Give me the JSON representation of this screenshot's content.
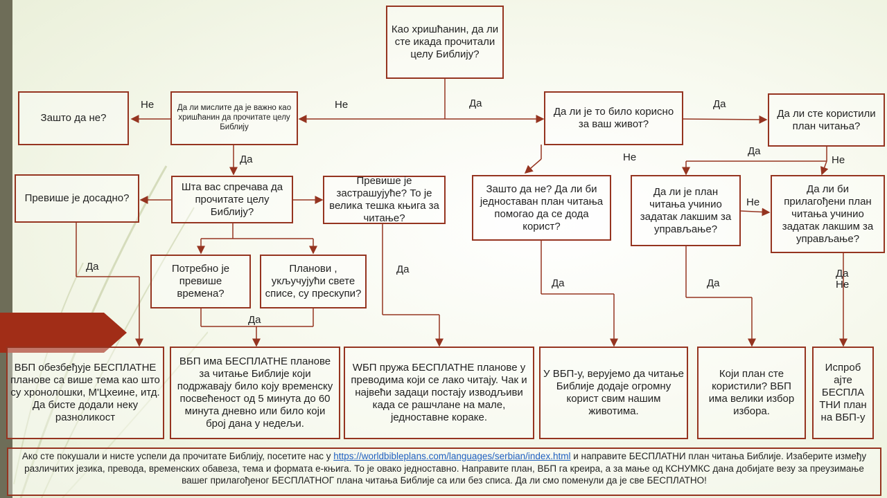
{
  "colors": {
    "accent": "#953420",
    "tab": "#a12d17",
    "sidebar": "#6e6d58"
  },
  "boxes": {
    "q_read": "Као хришћанин, да ли сте икада прочитали целу Библију?",
    "why_not": "Зашто да не?",
    "q_important": "Да ли мислите да је важно као хришћанин да прочитате целу Библију",
    "q_useful": "Да ли је то било корисно за ваш живот?",
    "q_plan": "Да ли сте користили план читања?",
    "boring": "Превише је досадно?",
    "what_prevents": "Шта вас спречава да прочитате целу Библију?",
    "intimidating": "Превише је застрашујуће?  То је велика тешка књига за читање?",
    "why_not_simple": "Зашто да не?  Да ли би једноставан план читања помогао да се дода корист?",
    "plan_easier": "Да ли је план читања учинио задатак лакшим за управљање?",
    "custom_plan": "Да ли би прилагођени план читања учинио задатак лакшим за управљање?",
    "too_much_time": "Потребно је превише времена?",
    "plans_expensive": "Планови , укључујући свете списе, су прескупи?",
    "wbp_themes": "ВБП обезбеђује БЕСПЛАТНЕ планове са више тема као што су хронолошки, М'Цхеине, итд. Да бисте додали неку разноликост",
    "wbp_time": "ВБП има БЕСПЛАТНЕ планове за читање Библије који подржавају било коју временску посвећеност од 5 минута до 60 минута дневно или било који број дана у недељи.",
    "wbp_easy": "WБП пружа БЕСПЛАТНЕ планове у преводима који се лако читају.  Чак и највећи задаци постају изводљиви када се рашчлане на мале, једноставне кораке.",
    "wbp_benefit": "У ВБП-у, верујемо да читање Библије додаје огромну корист свим нашим животима.",
    "which_plan": "Који план сте користили?  ВБП има велики избор избора.",
    "try_free": "Испроб ајте БЕСПЛА ТНИ план на ВБП-у"
  },
  "labels": {
    "no": "Не",
    "yes": "Да",
    "yes_no": "Да Не"
  },
  "footer": {
    "before_link": "Ако сте покушали и нисте успели да прочитате Библију, посетите нас у ",
    "link": "https://worldbibleplans.com/languages/serbian/index.html",
    "after_link": " и направите БЕСПЛАТНИ план читања Библије.  Изаберите између различитих језика, превода, временских обавеза, тема и формата е-књига.  То је овако једноставно.  Направите план, ВБП га креира, а за мање од КСНУМКС дана добијате везу за преузимање вашег прилагођеног БЕСПЛАТНОГ плана читања Библије са или без списа.  Да ли смо поменули да је све БЕСПЛАТНО!"
  }
}
